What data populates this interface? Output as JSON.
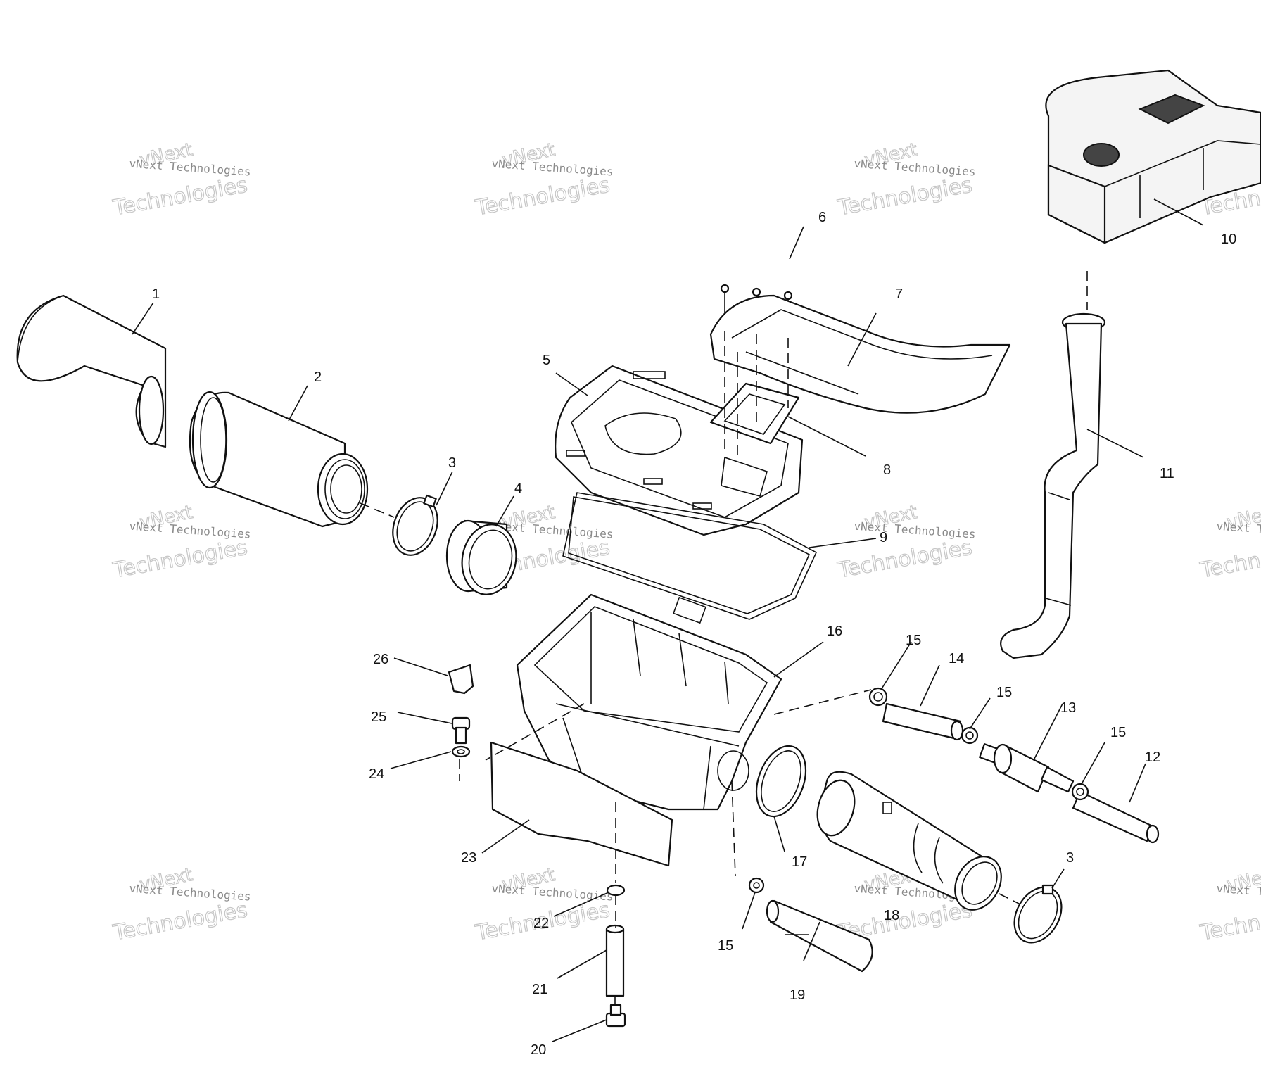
{
  "watermark": {
    "line1": "vNext",
    "line2": "vNext Technologies",
    "line3": "Technologies"
  },
  "callouts": [
    {
      "id": "1",
      "label": "1"
    },
    {
      "id": "2",
      "label": "2"
    },
    {
      "id": "3a",
      "label": "3"
    },
    {
      "id": "4",
      "label": "4"
    },
    {
      "id": "5",
      "label": "5"
    },
    {
      "id": "6",
      "label": "6"
    },
    {
      "id": "7",
      "label": "7"
    },
    {
      "id": "8",
      "label": "8"
    },
    {
      "id": "9",
      "label": "9"
    },
    {
      "id": "10",
      "label": "10"
    },
    {
      "id": "11",
      "label": "11"
    },
    {
      "id": "12",
      "label": "12"
    },
    {
      "id": "13",
      "label": "13"
    },
    {
      "id": "14",
      "label": "14"
    },
    {
      "id": "15a",
      "label": "15"
    },
    {
      "id": "15b",
      "label": "15"
    },
    {
      "id": "15c",
      "label": "15"
    },
    {
      "id": "15d",
      "label": "15"
    },
    {
      "id": "16",
      "label": "16"
    },
    {
      "id": "17",
      "label": "17"
    },
    {
      "id": "18",
      "label": "18"
    },
    {
      "id": "19",
      "label": "19"
    },
    {
      "id": "20",
      "label": "20"
    },
    {
      "id": "21",
      "label": "21"
    },
    {
      "id": "22",
      "label": "22"
    },
    {
      "id": "23",
      "label": "23"
    },
    {
      "id": "24",
      "label": "24"
    },
    {
      "id": "25",
      "label": "25"
    },
    {
      "id": "26",
      "label": "26"
    },
    {
      "id": "3b",
      "label": "3"
    }
  ]
}
